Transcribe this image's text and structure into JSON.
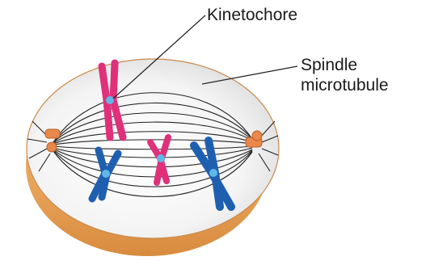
{
  "labels": {
    "kinetochore": "Kinetochore",
    "spindle_line1": "Spindle",
    "spindle_line2": "microtubule"
  },
  "colors": {
    "cell_rim": "#e8a45a",
    "cell_rim_dark": "#c9803a",
    "cell_interior": "#f1f1f1",
    "microtubule": "#222222",
    "chromosome_pink": "#e0307a",
    "chromosome_blue": "#1f5fb0",
    "kinetochore": "#5fb8e8",
    "centrosome": "#e8884a"
  }
}
